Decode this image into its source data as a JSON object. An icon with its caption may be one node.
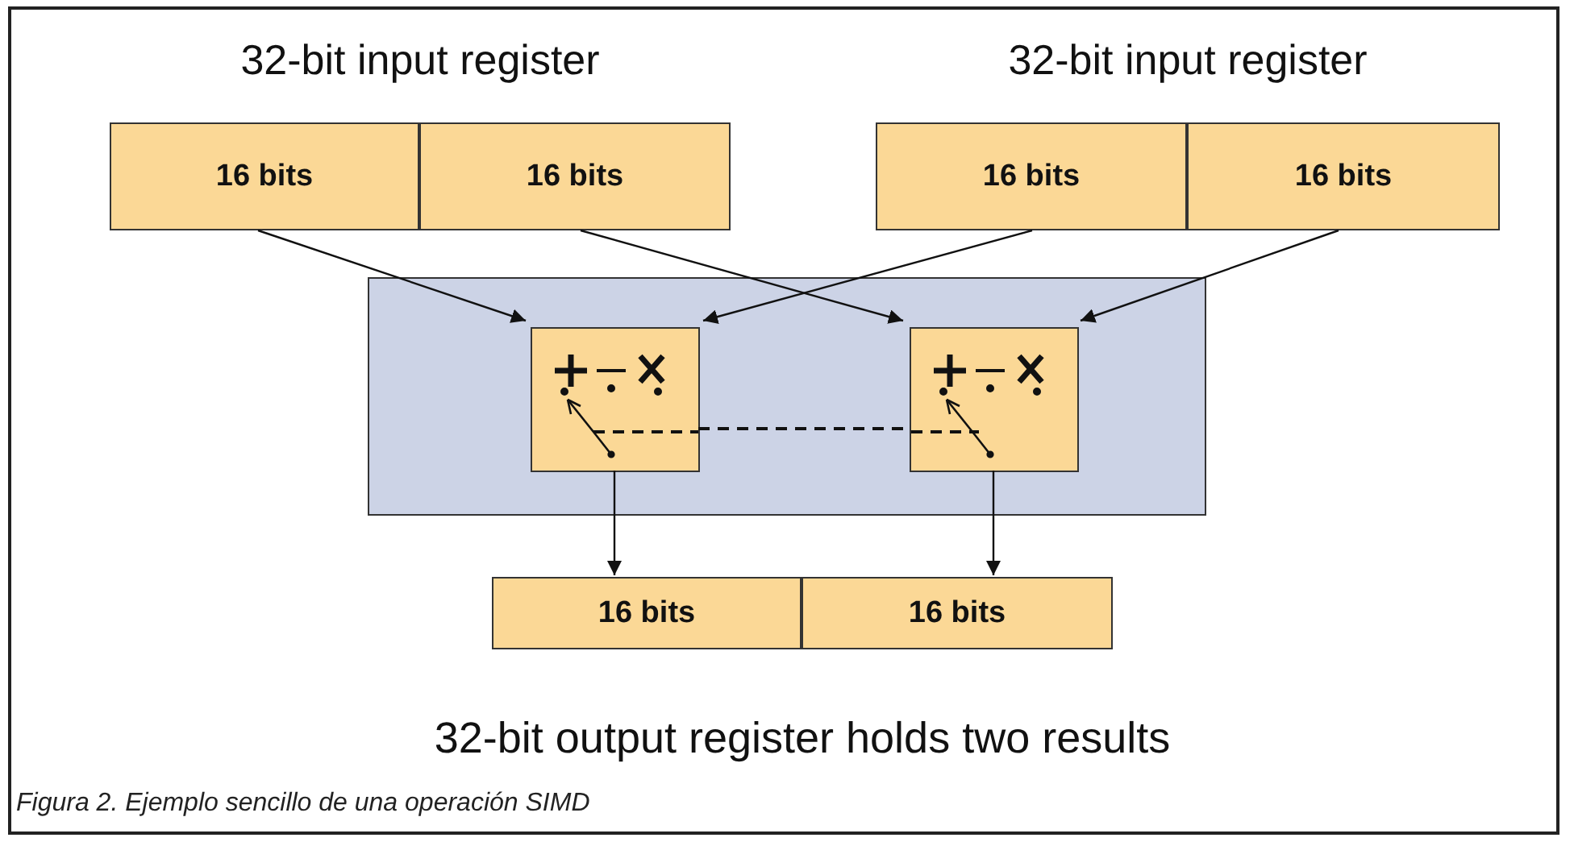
{
  "diagram": {
    "caption": "Figura 2. Ejemplo sencillo de una operación SIMD",
    "nodes": [
      {
        "text": [
          "32-bit input register"
        ]
      },
      {
        "text": [
          "16 bits"
        ],
        "in": 0
      },
      {
        "text": [
          "16 bits"
        ],
        "in": 0
      },
      {
        "text": [
          "32-bit input register"
        ]
      },
      {
        "text": [
          "16 bits"
        ],
        "in": 3
      },
      {
        "text": [
          "16 bits"
        ],
        "in": 3
      },
      {
        "text": [],
        "shape": "box"
      },
      {
        "text": [],
        "shape": "box",
        "in": 6
      },
      {
        "text": [],
        "shape": "box",
        "in": 6
      },
      {
        "text": [
          "32-bit output register holds two results"
        ]
      },
      {
        "text": [
          "16 bits"
        ],
        "in": 9
      },
      {
        "text": [
          "16 bits"
        ],
        "in": 9
      }
    ],
    "edges": [
      {
        "from": 1,
        "to": 7,
        "arrow": "to"
      },
      {
        "from": 2,
        "to": 8,
        "arrow": "to"
      },
      {
        "from": 4,
        "to": 7,
        "arrow": "to"
      },
      {
        "from": 5,
        "to": 8,
        "arrow": "to"
      },
      {
        "from": 7,
        "to": 10,
        "arrow": "to"
      },
      {
        "from": 8,
        "to": 11,
        "arrow": "to"
      },
      {
        "from": 7,
        "to": 8,
        "arrow": "none",
        "style": "dashed"
      }
    ]
  }
}
